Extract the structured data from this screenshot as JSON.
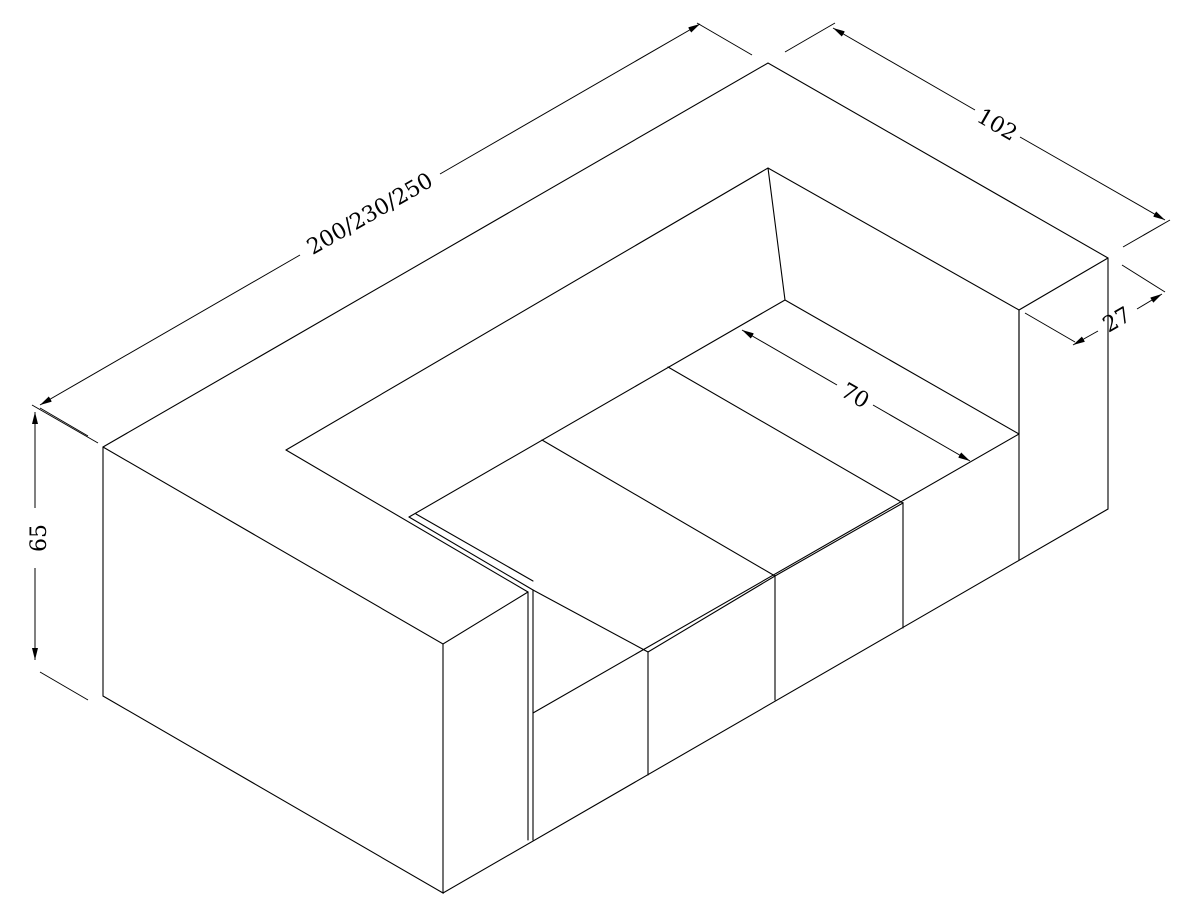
{
  "dimensions": {
    "length": "200/230/250",
    "depth": "102",
    "height": "65",
    "arm_width": "27",
    "seat_depth": "70"
  }
}
